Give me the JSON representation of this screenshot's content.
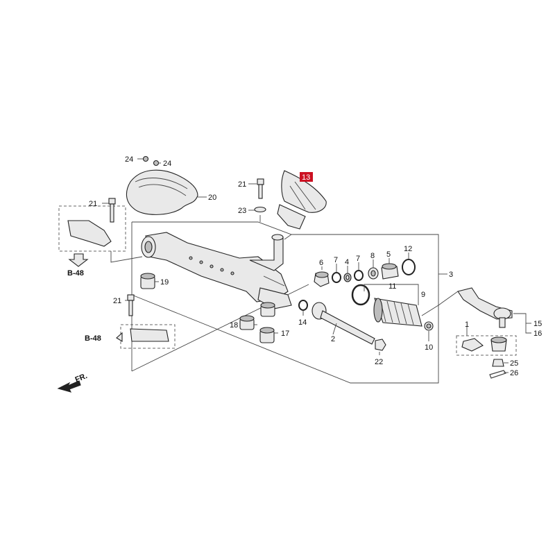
{
  "diagram": {
    "callouts": {
      "c1": "1",
      "c2": "2",
      "c3": "3",
      "c4": "4",
      "c5": "5",
      "c6": "6",
      "c7a": "7",
      "c7b": "7",
      "c8": "8",
      "c9": "9",
      "c10": "10",
      "c11": "11",
      "c12": "12",
      "c13": "13",
      "c14": "14",
      "c15": "15",
      "c16": "16",
      "c17": "17",
      "c18": "18",
      "c19": "19",
      "c20": "20",
      "c21a": "21",
      "c21b": "21",
      "c21c": "21",
      "c22": "22",
      "c23": "23",
      "c24a": "24",
      "c24b": "24",
      "c25": "25",
      "c26": "26"
    },
    "refs": {
      "ref_top": "B-48",
      "ref_bottom": "B-48"
    },
    "direction_label": "FR.",
    "colors": {
      "highlight": "#cc1122",
      "line": "#222222",
      "part_fill": "#e9e9e9",
      "dashed_box": "#666666"
    }
  }
}
